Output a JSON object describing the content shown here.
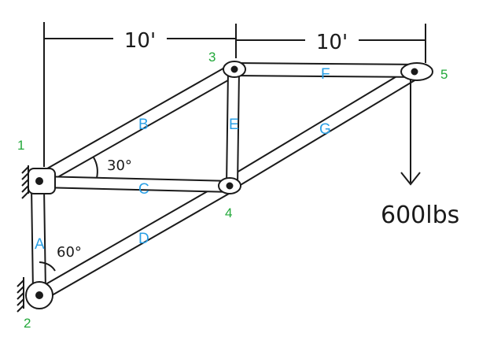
{
  "dimensions": [
    "10'",
    "10'"
  ],
  "angles": [
    "30°",
    "60°"
  ],
  "load": {
    "label": "600lbs"
  },
  "nodes": [
    "1",
    "2",
    "3",
    "4",
    "5"
  ],
  "members": [
    "A",
    "B",
    "C",
    "D",
    "E",
    "F",
    "G"
  ],
  "colors": {
    "ink": "#1a1a1a",
    "node_label": "#22a83a",
    "member_label": "#2aa0e6"
  }
}
